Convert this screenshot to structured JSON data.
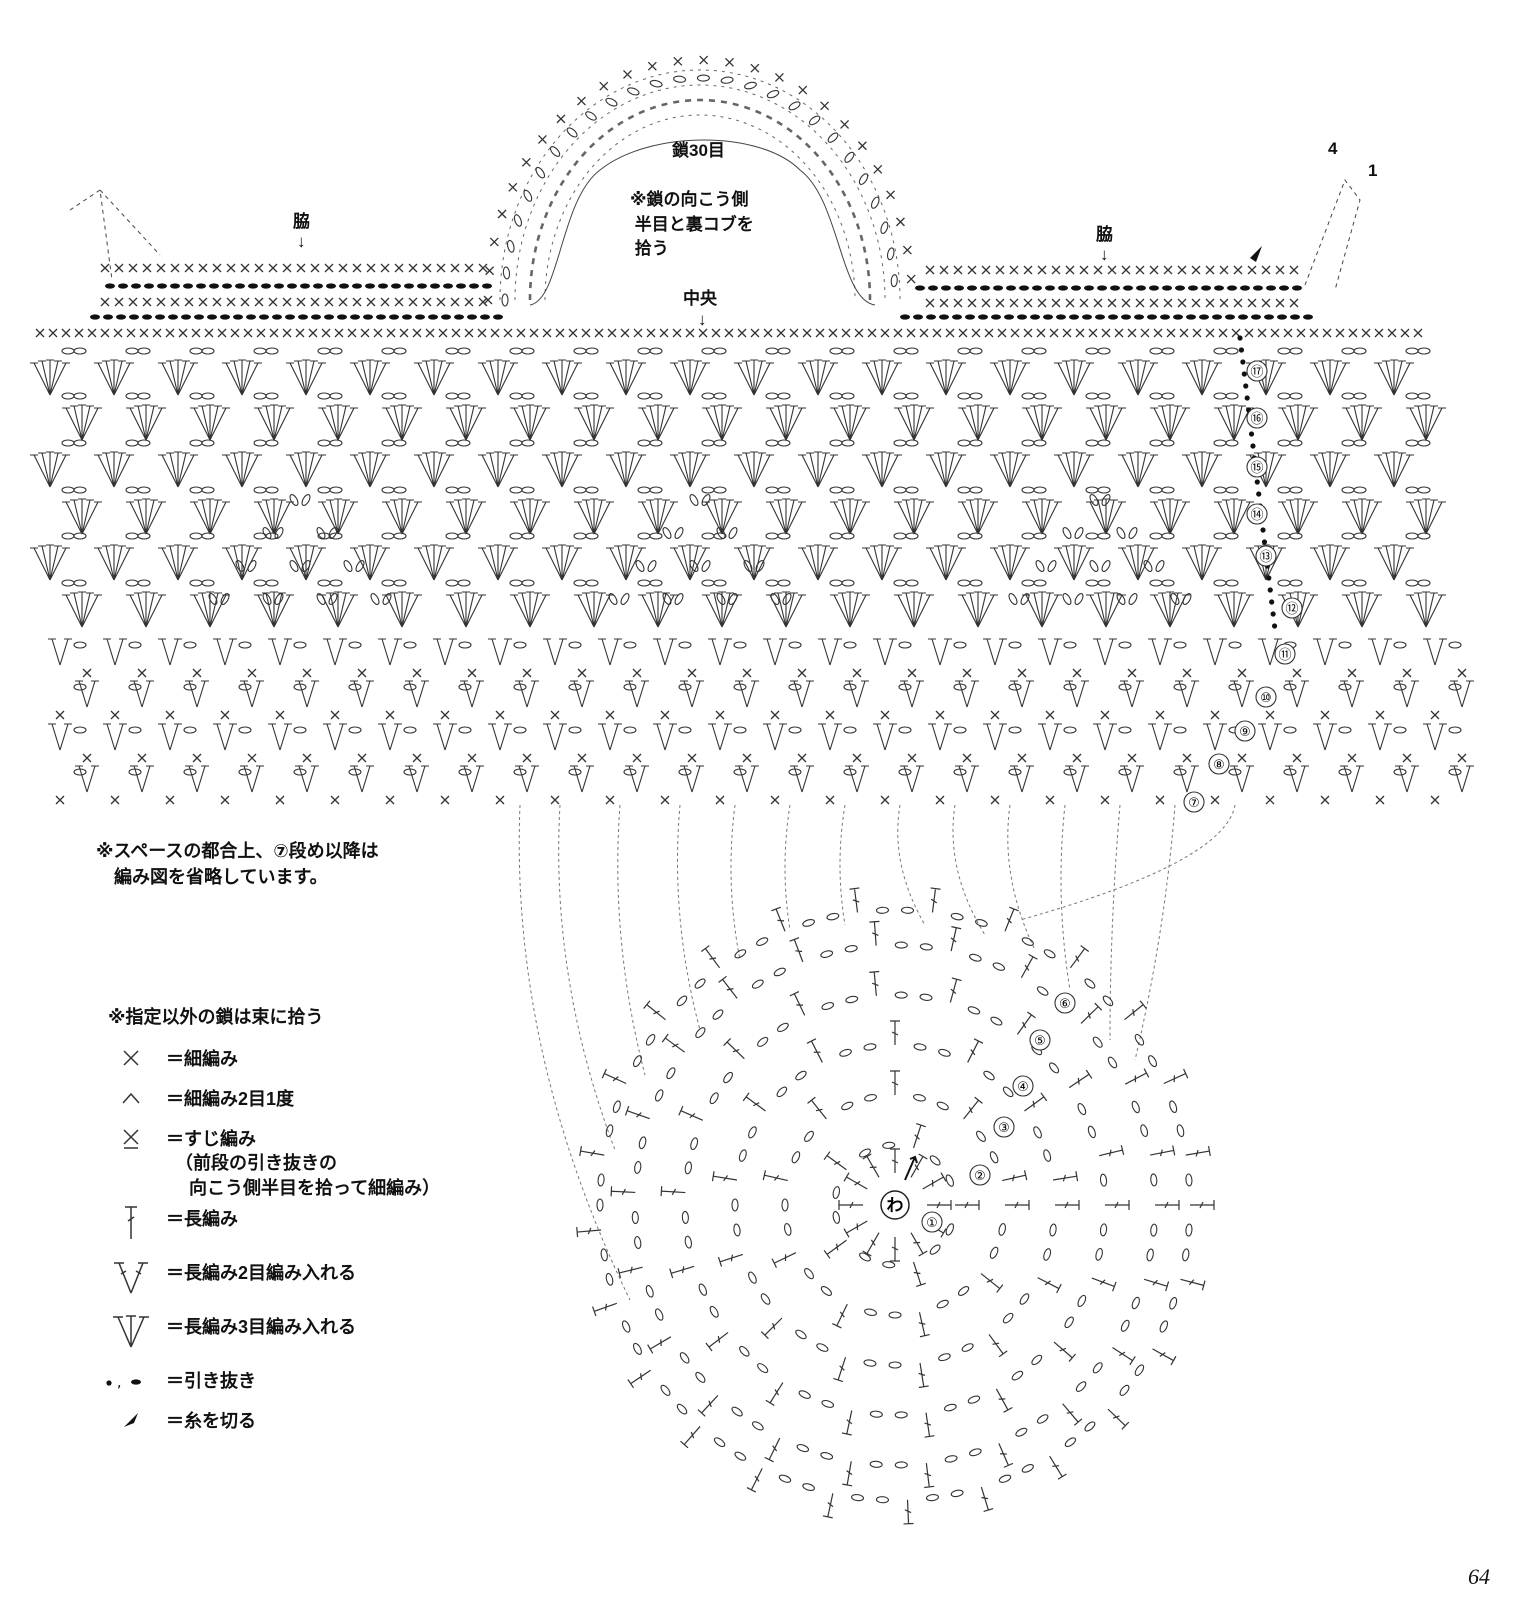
{
  "labels": {
    "side_left": "脇",
    "side_right": "脇",
    "chain30": "鎖30目",
    "chain_note": "※鎖の向こう側\n 半目と裏コブを\n 拾う",
    "center": "中央",
    "row_marker_4": "4",
    "row_marker_1": "1",
    "ring": "わ"
  },
  "rows_upper": [
    "⑰",
    "⑯",
    "⑮",
    "⑭",
    "⑬",
    "⑫",
    "⑪",
    "⑩",
    "⑨",
    "⑧",
    "⑦"
  ],
  "rows_base": [
    "①",
    "②",
    "③",
    "④",
    "⑤",
    "⑥"
  ],
  "notes": {
    "omit": "※スペースの都合上、⑦段め以降は\n　編み図を省略しています。"
  },
  "legend": {
    "title": "※指定以外の鎖は束に拾う",
    "items": [
      {
        "symbol": "sc-icon",
        "text": "＝細編み"
      },
      {
        "symbol": "sc2tog-icon",
        "text": "＝細編み2目1度"
      },
      {
        "symbol": "back-loop-sc-icon",
        "text": "＝すじ編み\n　（前段の引き抜きの\n　 向こう側半目を拾って細編み）"
      },
      {
        "symbol": "dc-icon",
        "text": "＝長編み"
      },
      {
        "symbol": "dc2inc-icon",
        "text": "＝長編み2目編み入れる"
      },
      {
        "symbol": "dc3inc-icon",
        "text": "＝長編み3目編み入れる"
      },
      {
        "symbol": "slip-stitch-icon",
        "text": "＝引き抜き"
      },
      {
        "symbol": "cut-yarn-icon",
        "text": "＝糸を切る"
      }
    ]
  },
  "page_number": "64"
}
